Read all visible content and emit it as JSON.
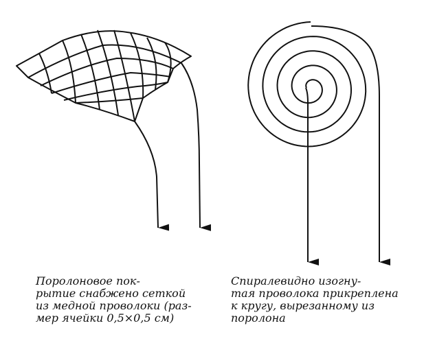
{
  "colors": {
    "ink": "#111111",
    "background": "#ffffff"
  },
  "left_panel": {
    "name": "foam-cover-with-copper-mesh",
    "caption_lines": [
      "Поролоновое пок-",
      "рытие снабжено сеткой",
      "из медной проволоки (раз-",
      "мер ячейки 0,5×0,5 см)"
    ]
  },
  "right_panel": {
    "name": "spiral-wire-on-foam-disc",
    "caption_lines": [
      "Спиралевидно изогну-",
      "тая проволока прикреплена",
      "к кругу, вырезанному из",
      "поролона"
    ]
  }
}
